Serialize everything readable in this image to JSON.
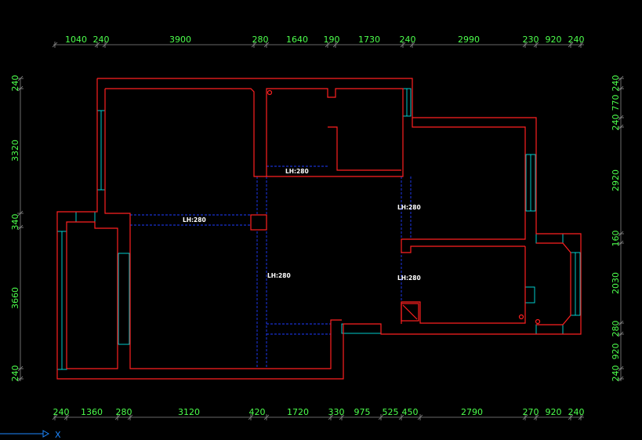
{
  "top_dimensions": [
    "1040",
    "240",
    "3900",
    "280",
    "1640",
    "190",
    "1730",
    "240",
    "2990",
    "230",
    "920",
    "240"
  ],
  "bottom_dimensions": [
    "240",
    "1360",
    "280",
    "3120",
    "420",
    "1720",
    "330",
    "975",
    "525",
    "450",
    "2790",
    "270",
    "920",
    "240"
  ],
  "left_dimensions": [
    "240",
    "3320",
    "340",
    "3660",
    "240"
  ],
  "right_dimensions": [
    "240",
    "770",
    "240",
    "2920",
    "160",
    "2030",
    "280",
    "920",
    "240"
  ],
  "beam_labels": [
    "LH:280",
    "LH:280",
    "LH:280",
    "LH:280",
    "LH:280"
  ],
  "ucs_axis": "X",
  "colors": {
    "wall": "#ff2020",
    "window": "#00e0e0",
    "dim_text": "#4cff4c",
    "dim_line": "#9a9a9a",
    "beam": "#1e3cff",
    "label": "#ffffff",
    "ucs": "#1e88ff"
  }
}
